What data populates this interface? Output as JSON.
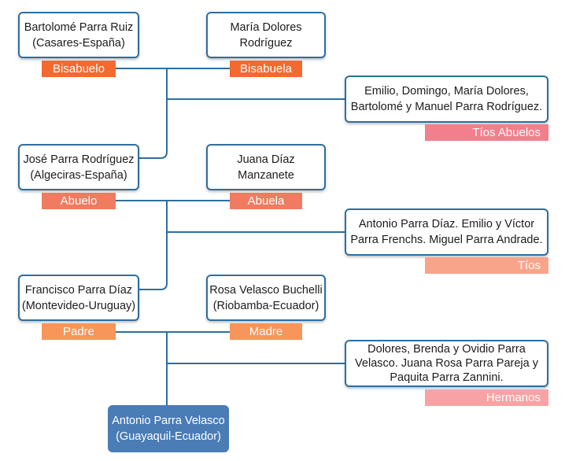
{
  "colors": {
    "line": "#2f6e9e",
    "bisabuelos_tag": "#f26a30",
    "abuelos_tag": "#ef7b60",
    "padres_tag": "#f7955a",
    "tios_abuelos_tag": "#f37f8c",
    "tios_tag": "#f7a58a",
    "hermanos_tag": "#f7a3a3",
    "self_fill": "#4a7cb5"
  },
  "bisabuelo": {
    "lines": [
      "Bartolomé Parra Ruiz",
      "(Casares-España)"
    ],
    "tag": "Bisabuelo"
  },
  "bisabuela": {
    "lines": [
      "María Dolores",
      "Rodríguez"
    ],
    "tag": "Bisabuela"
  },
  "tios_abuelos": {
    "lines": [
      "Emilio, Domingo, María Dolores,",
      "Bartolomé y Manuel Parra Rodríguez."
    ],
    "tag": "Tíos Abuelos"
  },
  "abuelo": {
    "lines": [
      "José Parra Rodríguez",
      "(Algeciras-España)"
    ],
    "tag": "Abuelo"
  },
  "abuela": {
    "lines": [
      "Juana Díaz",
      "Manzanete"
    ],
    "tag": "Abuela"
  },
  "tios": {
    "lines": [
      "Antonio Parra Díaz. Emilio y Víctor",
      "Parra Frenchs. Miguel Parra Andrade."
    ],
    "tag": "Tíos"
  },
  "padre": {
    "lines": [
      "Francisco Parra Díaz",
      "(Montevideo-Uruguay)"
    ],
    "tag": "Padre"
  },
  "madre": {
    "lines": [
      "Rosa Velasco Buchelli",
      "(Riobamba-Ecuador)"
    ],
    "tag": "Madre"
  },
  "hermanos": {
    "lines": [
      "Dolores, Brenda y Ovidio Parra",
      "Velasco. Juana Rosa Parra Pareja y",
      "Paquita Parra Zannini."
    ],
    "tag": "Hermanos"
  },
  "self": {
    "lines": [
      "Antonio Parra Velasco",
      "(Guayaquil-Ecuador)"
    ]
  }
}
